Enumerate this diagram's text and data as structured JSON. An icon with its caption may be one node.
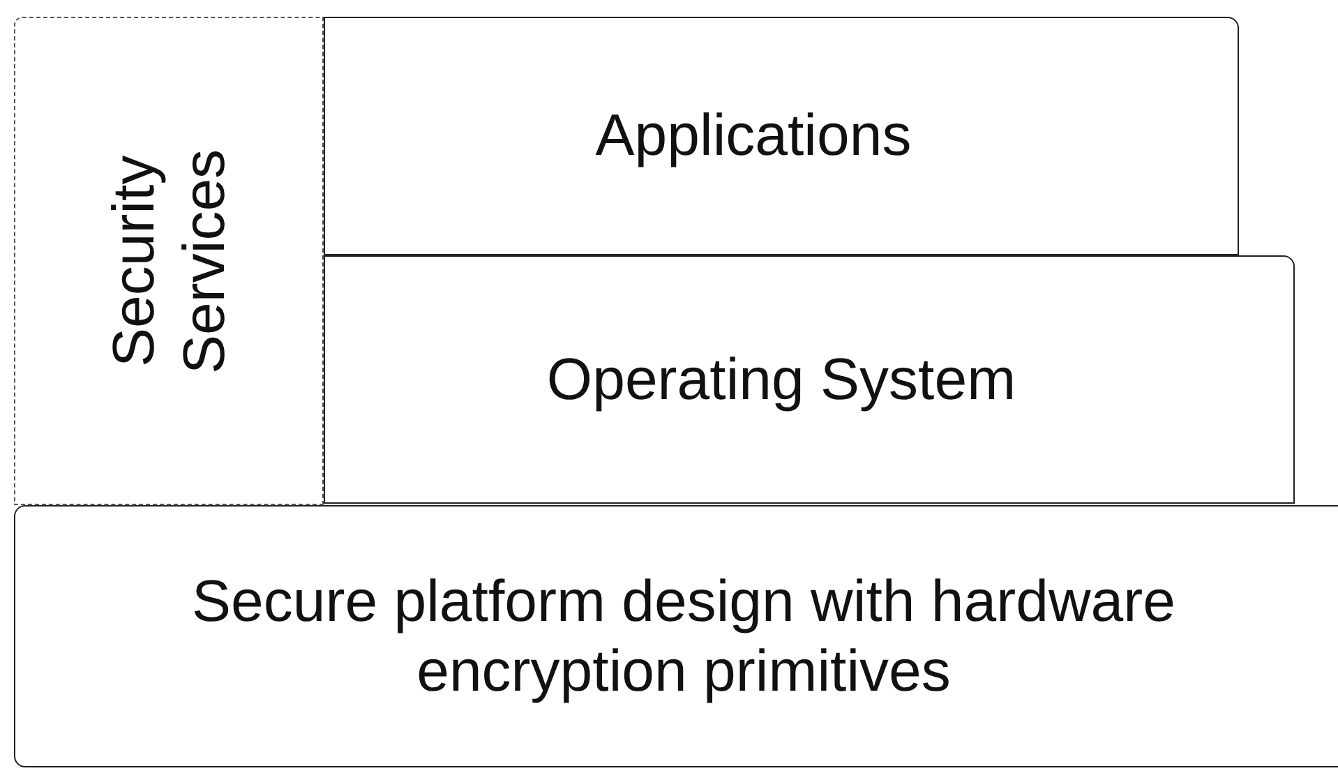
{
  "diagram": {
    "nodes": [
      {
        "text": [
          "Security Services"
        ]
      },
      {
        "text": [
          "Applications"
        ]
      },
      {
        "text": [
          "Operating System"
        ]
      },
      {
        "text": [
          "Secure platform design with hardware encryption primitives"
        ]
      }
    ]
  }
}
